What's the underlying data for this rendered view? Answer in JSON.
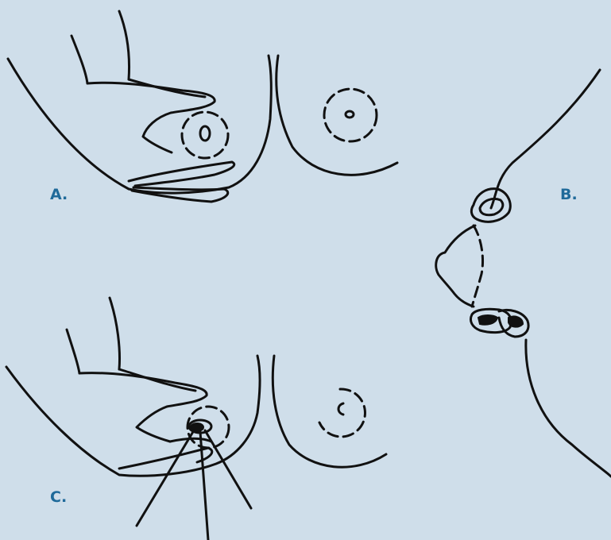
{
  "colors": {
    "background": "#cfdeea",
    "ink": "#111111",
    "label": "#1f6a9a"
  },
  "panels": [
    {
      "id": "a",
      "label": "A."
    },
    {
      "id": "b",
      "label": "B."
    },
    {
      "id": "c",
      "label": "C."
    }
  ]
}
